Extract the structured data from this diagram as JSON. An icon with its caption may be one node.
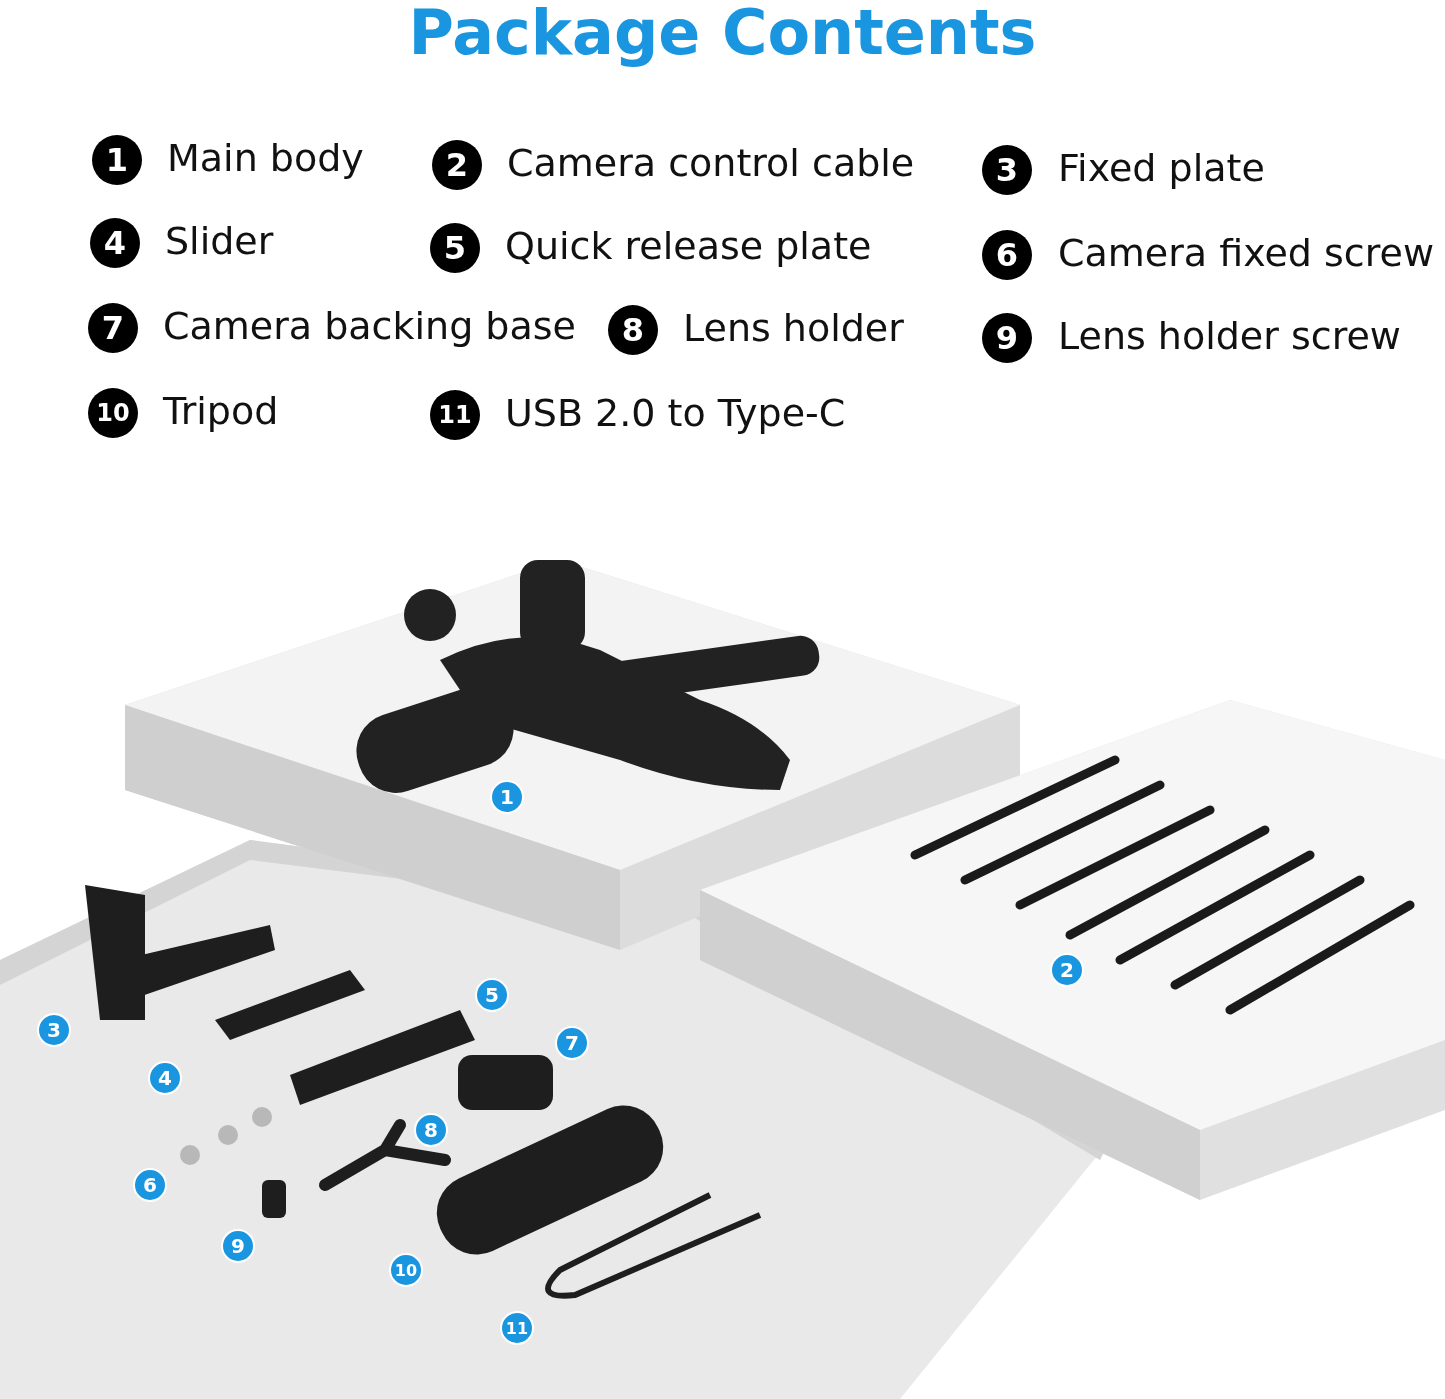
{
  "diagram": {
    "title": "Package Contents",
    "labels": [
      "1",
      "Main body",
      "2",
      "Camera control cable",
      "3",
      "Fixed plate",
      "4",
      "Slider",
      "5",
      "Quick release plate",
      "6",
      "Camera fixed screw",
      "7",
      "Camera backing base",
      "8",
      "Lens holder",
      "9",
      "Lens holder screw",
      "10",
      "Tripod",
      "11",
      "USB 2.0 to Type-C",
      "1",
      "2",
      "5",
      "3",
      "7",
      "4",
      "8",
      "6",
      "9",
      "10",
      "11"
    ]
  }
}
